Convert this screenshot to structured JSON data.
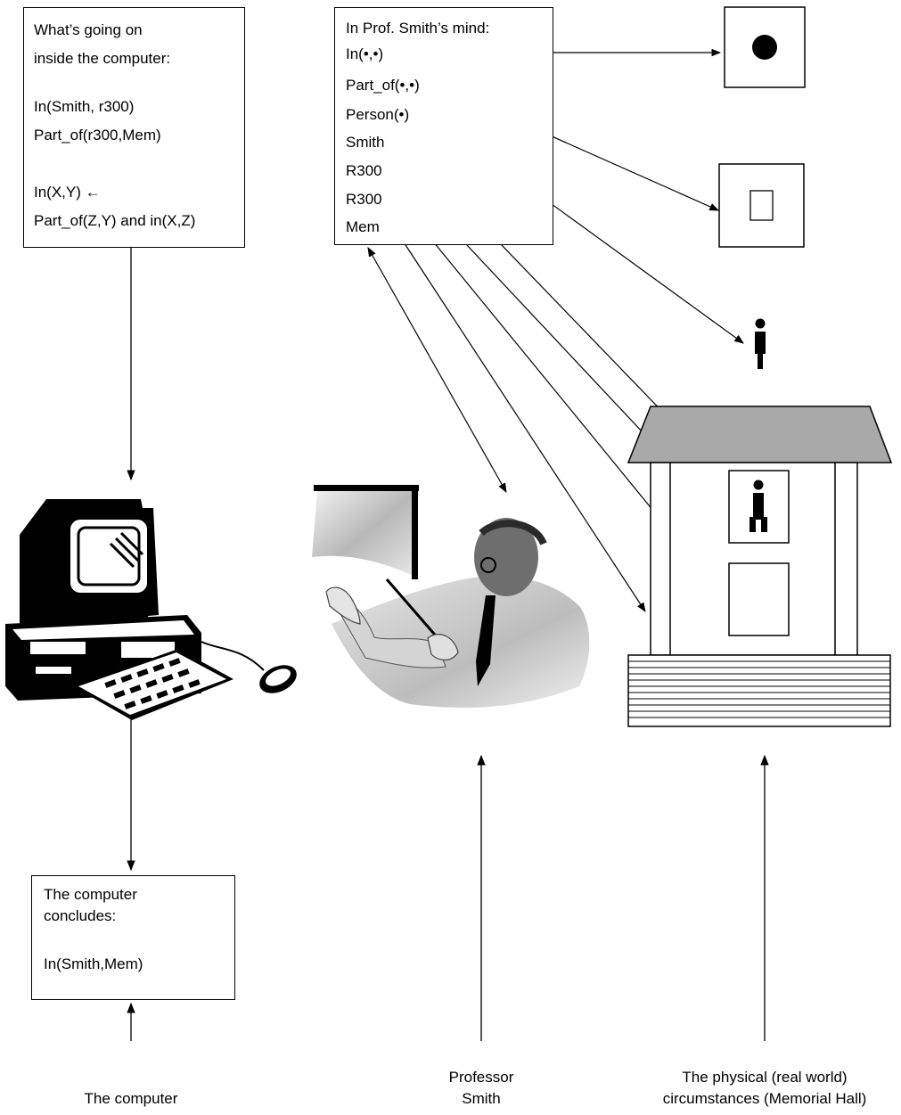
{
  "computer_box": {
    "line1": "What’s going on",
    "line2": "inside the computer:",
    "line3": "In(Smith, r300)",
    "line4": "Part_of(r300,Mem)",
    "line5": "In(X,Y) ←",
    "line6": "Part_of(Z,Y) and in(X,Z)"
  },
  "mind_box": {
    "title": "In Prof. Smith’s mind:",
    "items": [
      "In(•,•)",
      "Part_of(•,•)",
      "Person(•)",
      "Smith",
      "R300",
      "R300",
      "Mem"
    ]
  },
  "conclusion_box": {
    "line1": "The computer",
    "line2": "concludes:",
    "line3": "In(Smith,Mem)"
  },
  "captions": {
    "computer": "The computer",
    "professor_1": "Professor",
    "professor_2": "Smith",
    "physical_1": "The physical (real world)",
    "physical_2": "circumstances (Memorial Hall)"
  }
}
